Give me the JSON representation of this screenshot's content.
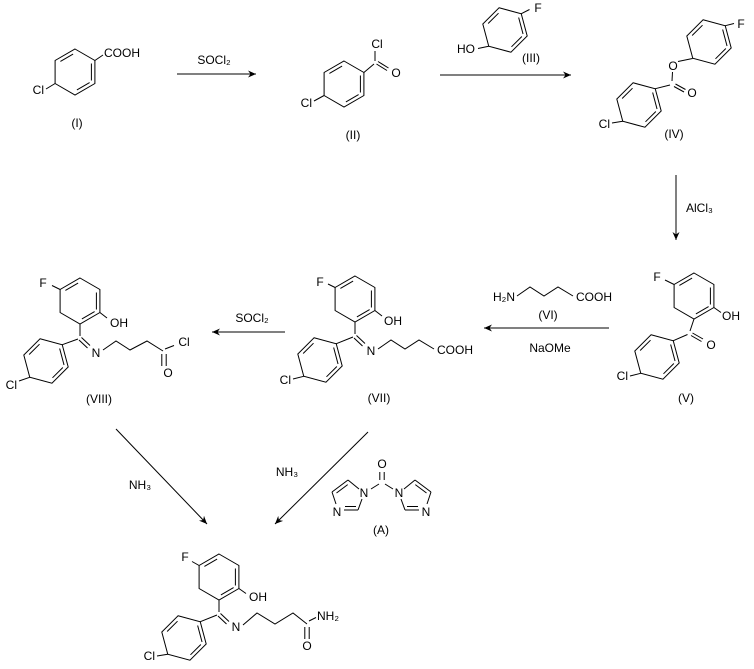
{
  "colors": {
    "ink": "#000000",
    "background": "#ffffff"
  },
  "compound_labels": {
    "i": "(I)",
    "ii": "(II)",
    "iii": "(III)",
    "iv": "(IV)",
    "v": "(V)",
    "vi": "(VI)",
    "vii": "(VII)",
    "viii": "(VIII)",
    "a": "(A)"
  },
  "reagents": {
    "socl2_step1": "SOCl₂",
    "alcl3": "AlCl₃",
    "naome": "NaOMe",
    "socl2_step2": "SOCl₂",
    "nh3_from_viii": "NH₃",
    "nh3_from_vii": "NH₃"
  },
  "atoms": {
    "cooh": "COOH",
    "cl": "Cl",
    "ho": "HO",
    "oh": "OH",
    "o": "O",
    "f": "F",
    "n": "N",
    "h2n": "H₂N",
    "nh2": "NH₂"
  }
}
